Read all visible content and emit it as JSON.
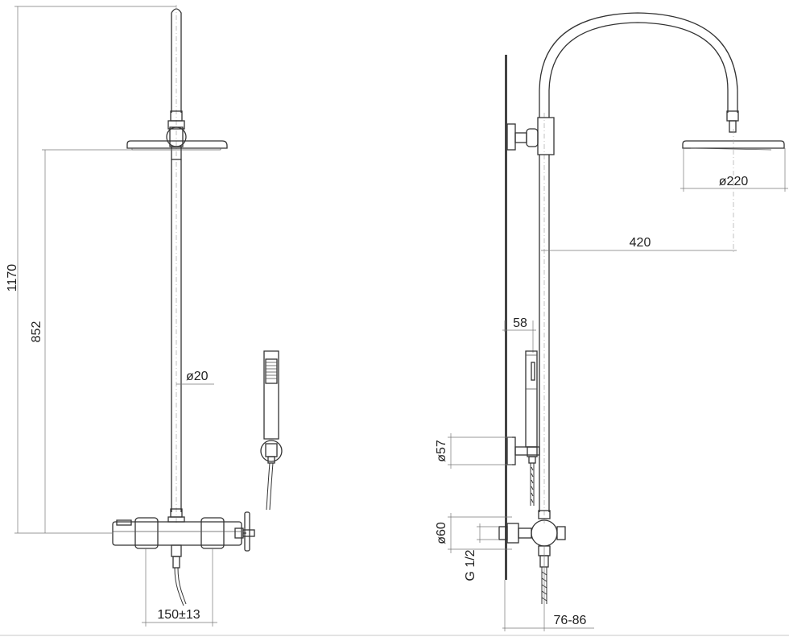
{
  "dimensions": {
    "total_height": "1170",
    "head_height": "852",
    "riser_diameter": "ø20",
    "mixer_spacing": "150±13",
    "head_diameter": "ø220",
    "arm_projection": "420",
    "holder_offset": "58",
    "holder_diameter": "ø57",
    "flange_diameter": "ø60",
    "connection_thread": "G 1/2",
    "wall_distance": "76-86"
  }
}
